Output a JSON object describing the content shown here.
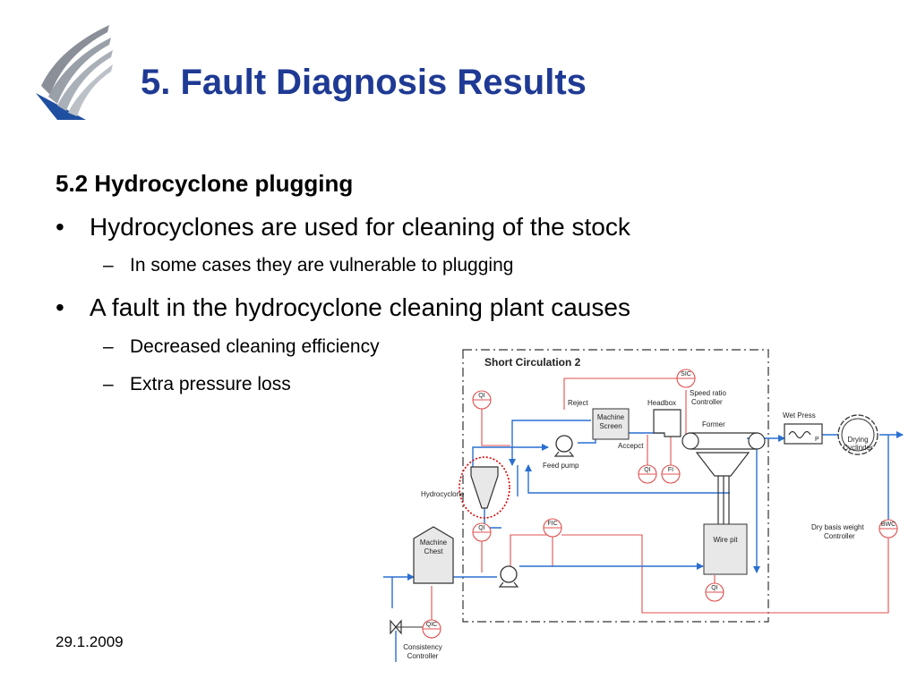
{
  "title": "5. Fault Diagnosis Results",
  "subheading": "5.2 Hydrocyclone plugging",
  "bullets": [
    {
      "text": "Hydrocyclones are used for cleaning of the stock",
      "subitems": [
        "In some cases they are vulnerable to plugging"
      ]
    },
    {
      "text": "A fault in the hydrocyclone cleaning plant causes",
      "subitems": [
        "Decreased cleaning efficiency",
        "Extra pressure loss"
      ]
    }
  ],
  "bullet_symbol": "•",
  "dash_symbol": "–",
  "footer_date": "29.1.2009",
  "diagram": {
    "box_title": "Short Circulation 2",
    "labels": {
      "reject": "Reject",
      "machine_screen_1": "Machine",
      "machine_screen_2": "Screen",
      "accept": "Accepct",
      "feed_pump": "Feed pump",
      "headbox": "Headbox",
      "speed_ratio_1": "Speed ratio",
      "speed_ratio_2": "Controller",
      "former": "Former",
      "wet_press": "Wet Press",
      "press_p": "P",
      "drying_1": "Drying",
      "drying_2": "Cyclinder",
      "hydrocyclone": "Hydrocyclone",
      "machine_chest_1": "Machine",
      "machine_chest_2": "Chest",
      "wire_pit": "Wire pit",
      "dry_basis_1": "Dry basis weight",
      "dry_basis_2": "Controller",
      "consistency_1": "Consistency",
      "consistency_2": "Controller"
    },
    "instruments": {
      "sic": "SIC",
      "qi_top": "QI",
      "qi_headbox": "QI",
      "fi": "FI",
      "qi_chest": "QI",
      "fic": "FIC",
      "qi_wirepit": "QI",
      "bwc": "BWC",
      "qic": "QIC"
    },
    "colors": {
      "flow": "#2a6fd0",
      "signal": "#e05050",
      "equipment": "#333333",
      "highlight": "#dd0000",
      "title_blue": "#1f3a94"
    }
  }
}
